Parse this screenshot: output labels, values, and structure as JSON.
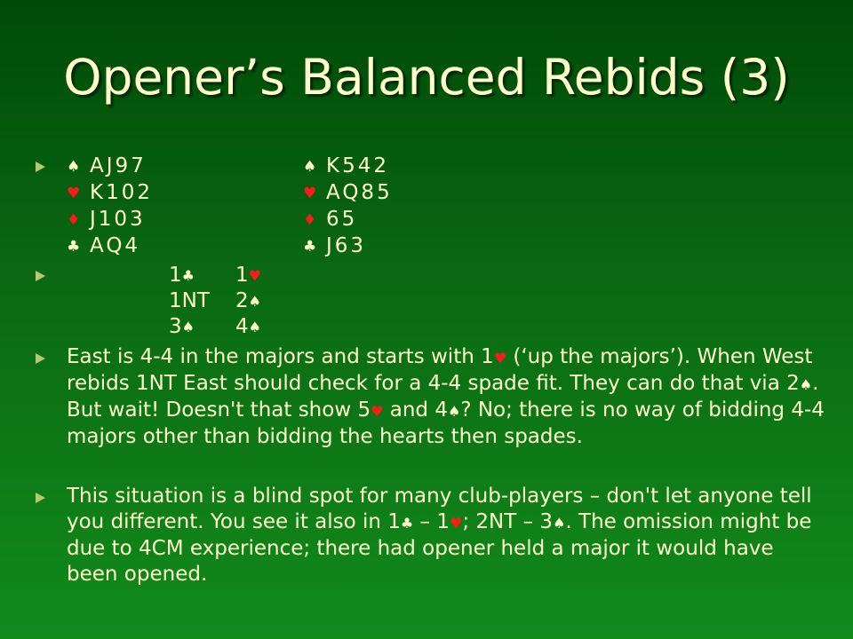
{
  "title": "Opener’s Balanced Rebids (3)",
  "suit_symbols": {
    "spades": "♠",
    "hearts": "♥",
    "diamonds": "♦",
    "clubs": "♣"
  },
  "colors": {
    "title": "#ffffcc",
    "text": "#ffffcc",
    "red_suit": "#ff1a1a",
    "bullet": "#b8c870"
  },
  "west_hand": {
    "spades": "AJ97",
    "hearts": "K102",
    "diamonds": "J103",
    "clubs": "AQ4"
  },
  "east_hand": {
    "spades": "K542",
    "hearts": "AQ85",
    "diamonds": "65",
    "clubs": "J63"
  },
  "auction": [
    {
      "west": "1",
      "west_suit": "♣",
      "east": "1",
      "east_suit": "♥"
    },
    {
      "west": "1NT",
      "west_suit": "",
      "east": "2",
      "east_suit": "♠"
    },
    {
      "west": "3",
      "west_suit": "♠",
      "east": "4",
      "east_suit": "♠"
    }
  ],
  "paragraph1": {
    "p1": "East is 4-4 in the majors and starts with 1",
    "p2": " (‘up the majors’). When West rebids 1NT East should check for a 4-4 spade fit. They can do that via 2",
    "p3": ". But wait! Doesn't that show 5",
    "p4": " and 4",
    "p5": "? No; there is no way of bidding 4-4 majors other than bidding the hearts then spades."
  },
  "paragraph2": {
    "p1": "This situation is a blind spot for many club-players – don't let anyone tell you different. You see it also in 1",
    "p2": " – 1",
    "p3": "; 2NT – 3",
    "p4": ". The omission might be due to 4CM experience; there had opener held a major it would have been opened."
  }
}
